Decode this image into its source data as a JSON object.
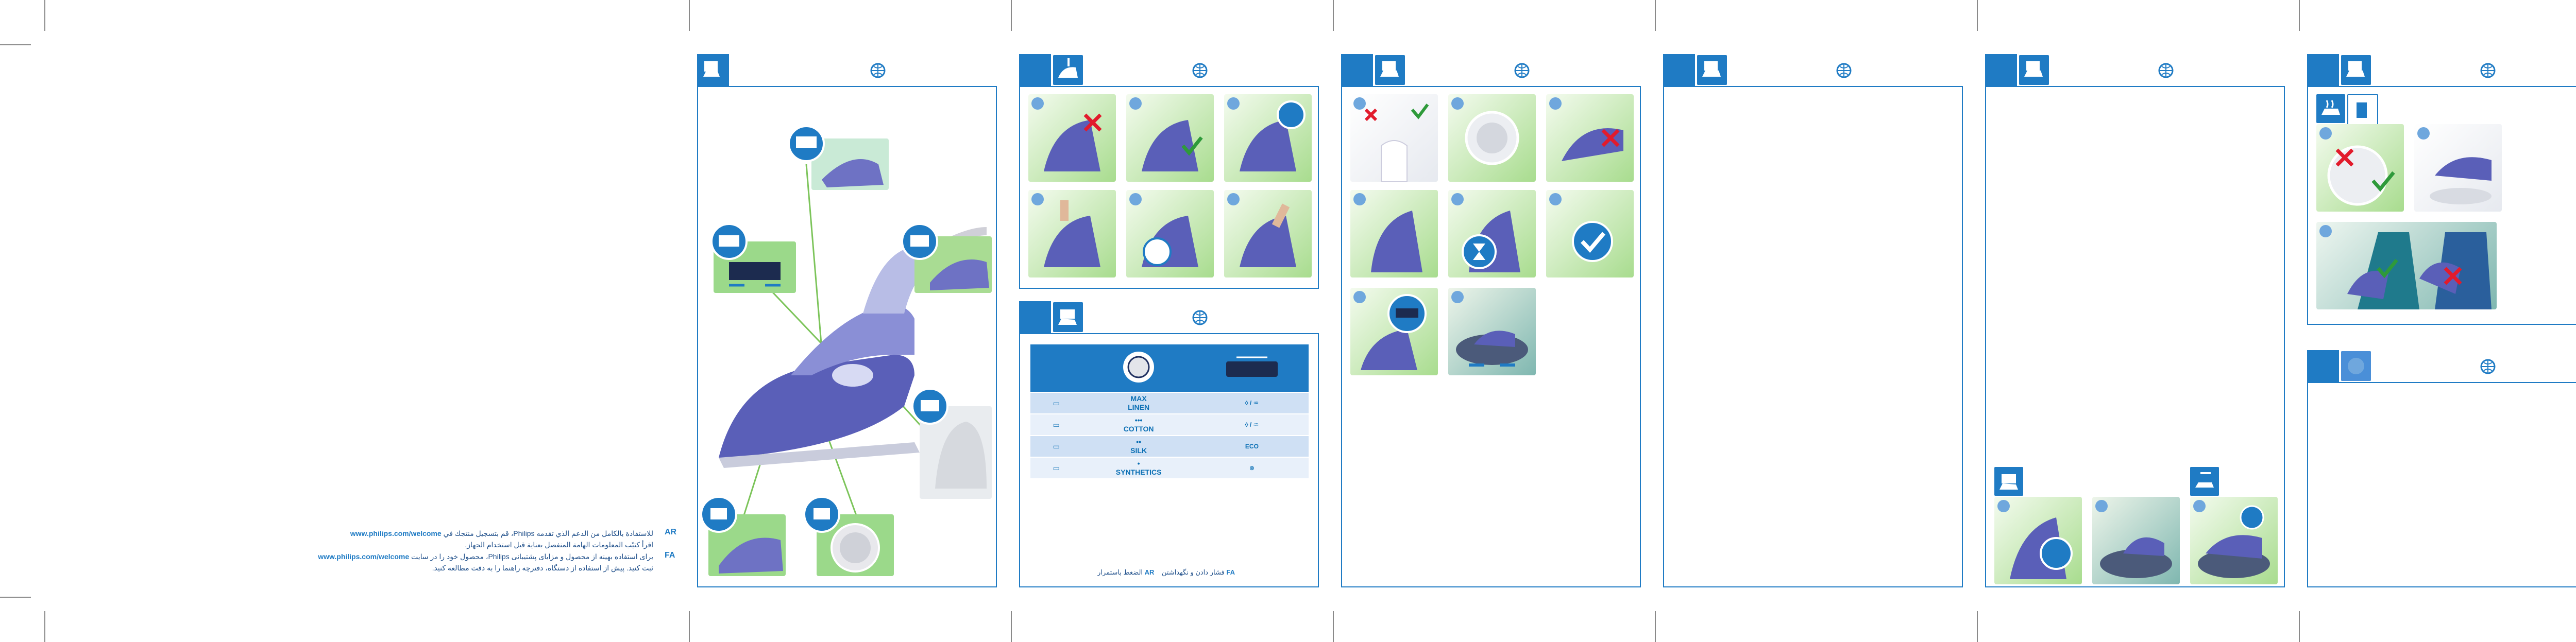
{
  "table": {
    "rows": [
      {
        "setting": "MAX\nLINEN",
        "steam": "◊ / ♒"
      },
      {
        "setting": "•••\nCOTTON",
        "steam": "◊ / ♒"
      },
      {
        "setting": "••\nSILK",
        "steam": "ECO"
      },
      {
        "setting": "•\nSYNTHETICS",
        "steam": "⊗"
      }
    ]
  },
  "intro": {
    "ar_label": "AR",
    "ar_text_1": "للاستفادة بالكامل من الدعم الذي تقدمه Philips، قم بتسجيل منتجك في",
    "ar_url": "www.philips.com/welcome",
    "ar_text_2": "اقرأ كتيّب المعلومات الهامة المنفصل بعناية قبل استخدام الجهاز.",
    "fa_label": "FA",
    "fa_text_1": "برای استفاده بهینه از محصول و مزایای پشتیبانی Philips، محصول خود را در سایت",
    "fa_url": "www.philips.com/welcome",
    "fa_text_2": "ثبت کنید. پیش از استفاده از دستگاه، دفترچه راهنما را به دقت مطالعه کنید."
  },
  "footer_p2": {
    "fa_label": "FA",
    "fa_text": "فشار دادن و نگهداشتن",
    "ar_label": "AR",
    "ar_text": "الضغط باستمرار"
  },
  "colors": {
    "accent": "#1f7bc4",
    "green": "#7cc45a",
    "iron_body": "#5a5fb8"
  }
}
